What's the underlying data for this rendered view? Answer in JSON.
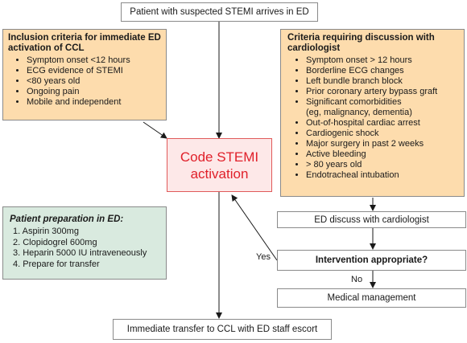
{
  "start": "Patient with suspected STEMI arrives in ED",
  "inclusion": {
    "title": "Inclusion criteria for immediate ED activation of CCL",
    "items": [
      "Symptom onset <12 hours",
      "ECG evidence of STEMI",
      "<80 years old",
      "Ongoing pain",
      "Mobile and independent"
    ]
  },
  "discussion": {
    "title": "Criteria requiring discussion with cardiologist",
    "items": [
      {
        "main": "Symptom onset > 12 hours"
      },
      {
        "main": "Borderline ECG changes"
      },
      {
        "main": "Left bundle branch block"
      },
      {
        "main": "Prior coronary artery bypass graft"
      },
      {
        "main": "Significant comorbidities",
        "sub": "(eg, malignancy, dementia)"
      },
      {
        "main": "Out-of-hospital cardiac arrest"
      },
      {
        "main": "Cardiogenic shock"
      },
      {
        "main": "Major surgery in past 2 weeks"
      },
      {
        "main": "Active bleeding"
      },
      {
        "main": "> 80 years old"
      },
      {
        "main": "Endotracheal intubation"
      }
    ]
  },
  "activation": {
    "line1": "Code STEMI",
    "line2": "activation"
  },
  "preparation": {
    "title": "Patient preparation in ED:",
    "items": [
      "1.  Aspirin 300mg",
      "2.  Clopidogrel 600mg",
      "3.  Heparin 5000 IU intraveneously",
      "4.  Prepare for transfer"
    ]
  },
  "discuss": "ED discuss with cardiologist",
  "decision": "Intervention appropriate?",
  "yes_label": "Yes",
  "no_label": "No",
  "medical": "Medical management",
  "transfer": "Immediate transfer to CCL with ED staff escort",
  "colors": {
    "orange": "#fddcad",
    "green": "#d9eadf",
    "pink_fill": "#fde8e8",
    "red_text": "#e0202a"
  }
}
